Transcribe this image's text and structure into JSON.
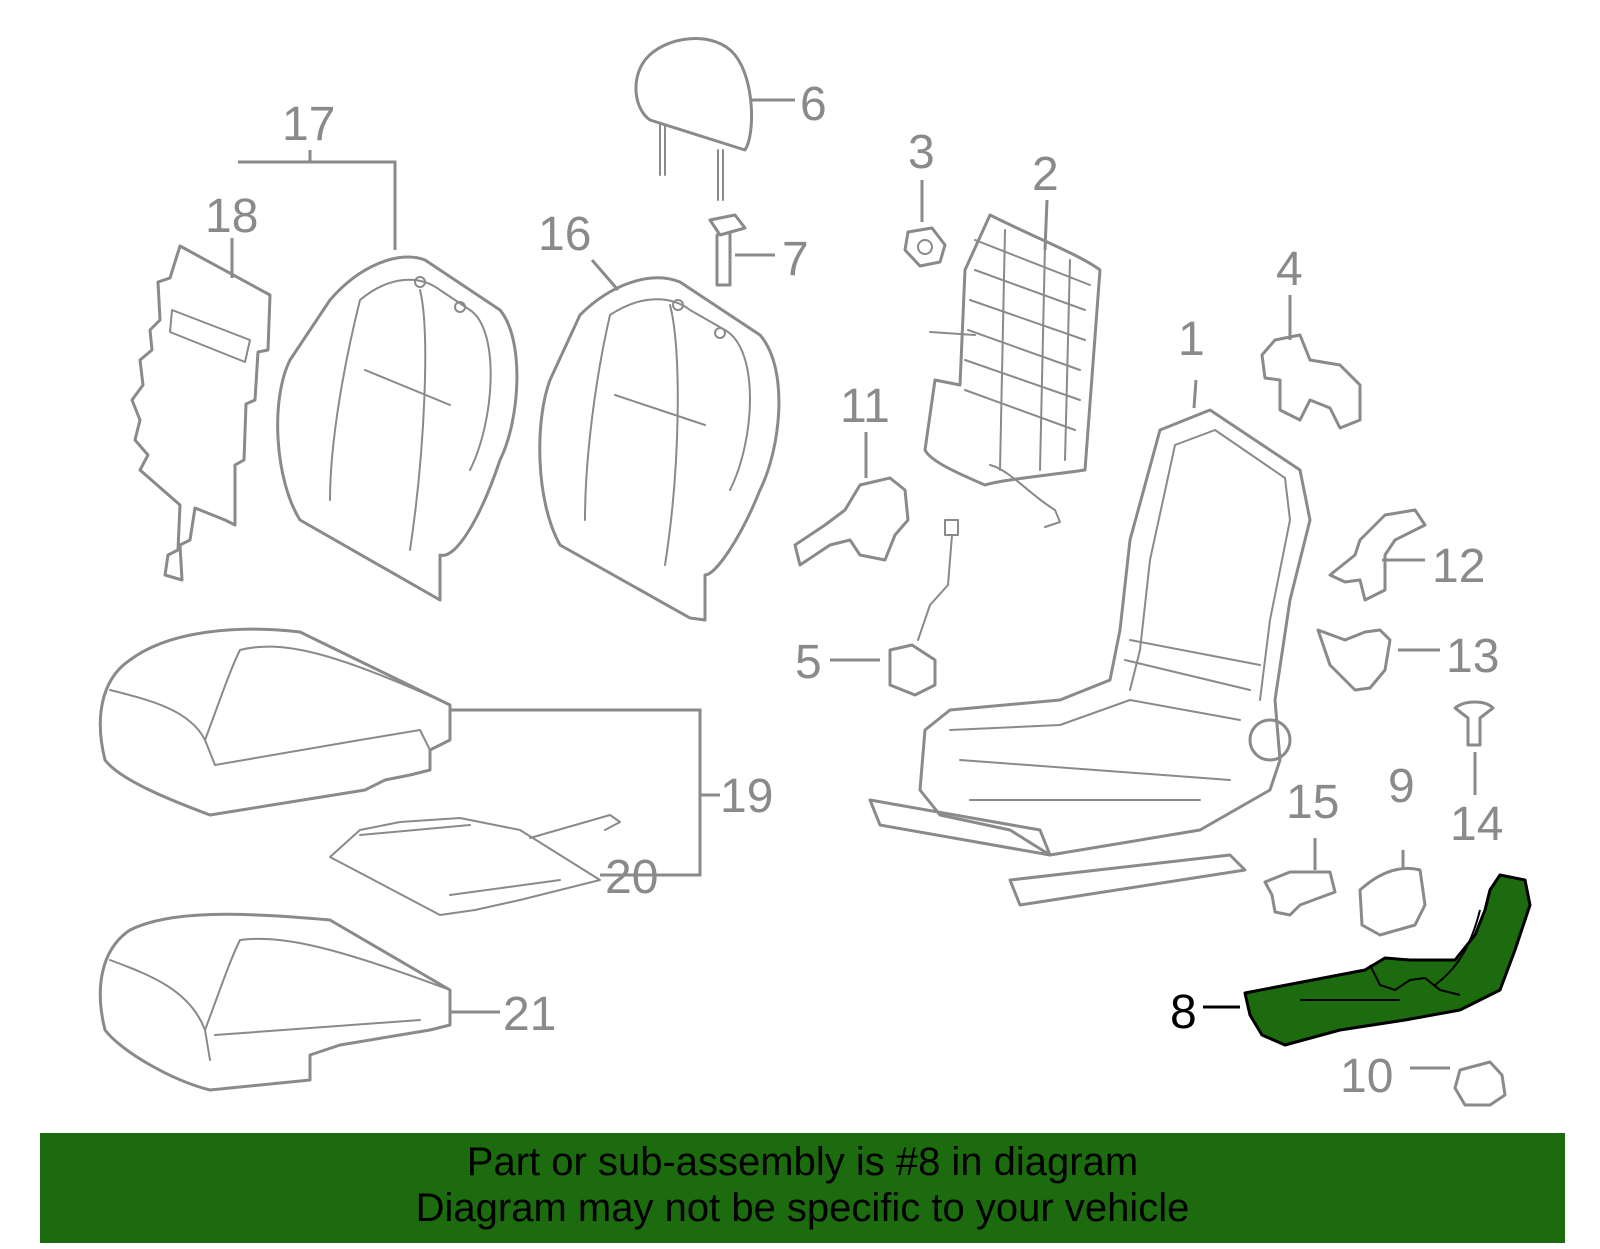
{
  "callouts": [
    {
      "id": "1",
      "label": "1"
    },
    {
      "id": "2",
      "label": "2"
    },
    {
      "id": "3",
      "label": "3"
    },
    {
      "id": "4",
      "label": "4"
    },
    {
      "id": "5",
      "label": "5"
    },
    {
      "id": "6",
      "label": "6"
    },
    {
      "id": "7",
      "label": "7"
    },
    {
      "id": "8",
      "label": "8"
    },
    {
      "id": "9",
      "label": "9"
    },
    {
      "id": "10",
      "label": "10"
    },
    {
      "id": "11",
      "label": "11"
    },
    {
      "id": "12",
      "label": "12"
    },
    {
      "id": "13",
      "label": "13"
    },
    {
      "id": "14",
      "label": "14"
    },
    {
      "id": "15",
      "label": "15"
    },
    {
      "id": "16",
      "label": "16"
    },
    {
      "id": "17",
      "label": "17"
    },
    {
      "id": "18",
      "label": "18"
    },
    {
      "id": "19",
      "label": "19"
    },
    {
      "id": "20",
      "label": "20"
    },
    {
      "id": "21",
      "label": "21"
    }
  ],
  "highlighted_part": "8",
  "colors": {
    "highlight": "#1d6b0f",
    "linework": "#8a8a8a",
    "banner": "#1d6b0f"
  },
  "banner": {
    "line1": "Part or sub-assembly is #8 in diagram",
    "line2": "Diagram may not be specific to your vehicle"
  }
}
